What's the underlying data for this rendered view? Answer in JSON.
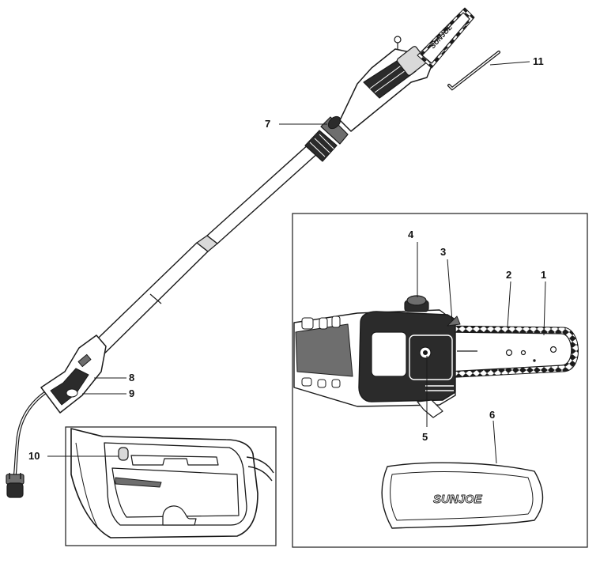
{
  "callouts": {
    "c1": "1",
    "c2": "2",
    "c3": "3",
    "c4": "4",
    "c5": "5",
    "c6": "6",
    "c7": "7",
    "c8": "8",
    "c9": "9",
    "c10": "10",
    "c11": "11"
  },
  "brand": {
    "bar_label": "SUNJOE",
    "sheath_label": "SUNJOE"
  },
  "colors": {
    "line": "#1a1a1a",
    "dark_fill": "#2b2b2b",
    "mid_fill": "#6e6e6e",
    "light_fill": "#d9d9d9",
    "background": "#ffffff"
  },
  "icons": {
    "pole_saw": "pole-saw-illustration",
    "hex_key": "hex-key-icon",
    "chain_bar": "chain-bar-illustration",
    "sheath": "scabbard-illustration",
    "handle": "handle-detail-illustration"
  }
}
